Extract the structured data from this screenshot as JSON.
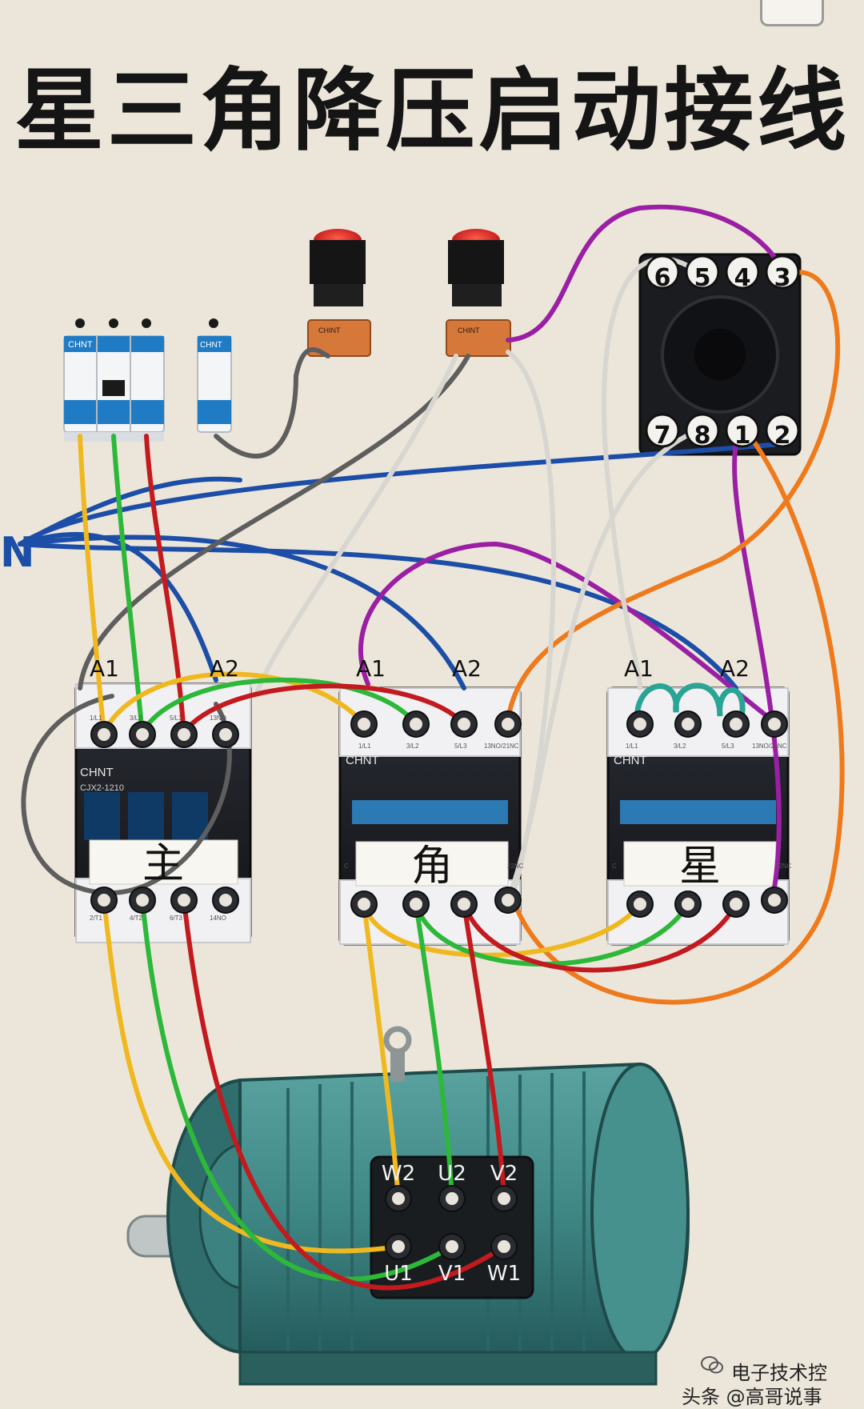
{
  "title": "星三角降压启动接线",
  "neutral_label": "N",
  "breakers": {
    "brand": "CHNT",
    "brand_single": "CHNT"
  },
  "buttons": {
    "label_left": "CHINT",
    "label_right": "CHINT"
  },
  "relay": {
    "terminals_top": [
      "6",
      "5",
      "4",
      "3"
    ],
    "terminals_bottom": [
      "7",
      "8",
      "1",
      "2"
    ]
  },
  "contactors": [
    {
      "id": "main",
      "label": "主",
      "brand": "CHNT",
      "model": "CJX2-1210",
      "coil_a1": "A1",
      "coil_a2": "A2",
      "top_small": [
        "1/L1",
        "3/L2",
        "5/L3",
        "13NO"
      ],
      "bottom_small": [
        "2/T1",
        "4/T2",
        "6/T3",
        "14NO"
      ]
    },
    {
      "id": "delta",
      "label": "角",
      "brand": "CHNT",
      "coil_a1": "A1",
      "coil_a2": "A2",
      "top_small": [
        "1/L1",
        "3/L2",
        "5/L3",
        "13NO/21NC"
      ],
      "bottom_small": [
        "C",
        "22NC"
      ]
    },
    {
      "id": "star",
      "label": "星",
      "brand": "CHNT",
      "coil_a1": "A1",
      "coil_a2": "A2",
      "top_small": [
        "1/L1",
        "3/L2",
        "5/L3",
        "13NO/21NC"
      ],
      "bottom_small": [
        "C",
        "22NC"
      ]
    }
  ],
  "motor": {
    "terminals_top": [
      "W2",
      "U2",
      "V2"
    ],
    "terminals_bottom": [
      "U1",
      "V1",
      "W1"
    ]
  },
  "watermark": {
    "line1": "电子技术控",
    "line2": "头条 @高哥说事"
  },
  "colors": {
    "background": "#ece6da",
    "wire_yellow": "#f0b81f",
    "wire_green": "#2db83a",
    "wire_red": "#c21a1e",
    "wire_blue": "#1c4ea8",
    "wire_purple": "#9b1fa4",
    "wire_orange": "#ee7a1c",
    "wire_gray": "#5e5e5e",
    "wire_white": "#d8d6d0",
    "wire_teal": "#2aa494",
    "motor_body": "#3e8785",
    "contactor_body": "#1a1c22",
    "button_red": "#dc1f21"
  }
}
